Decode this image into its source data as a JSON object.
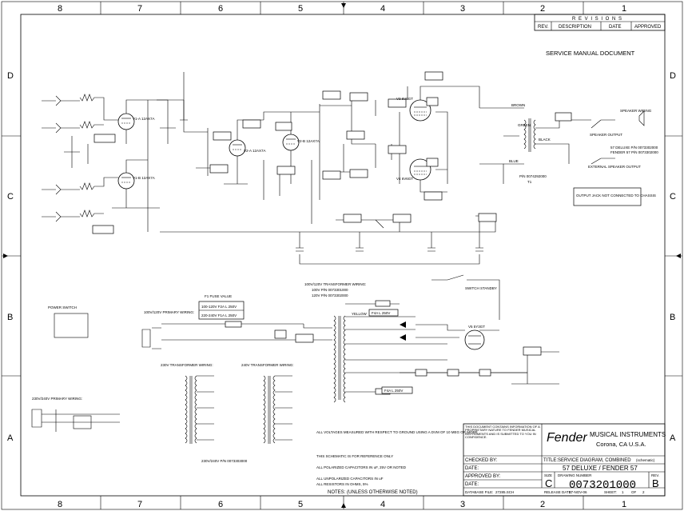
{
  "grid": {
    "columns": [
      "8",
      "7",
      "6",
      "5",
      "4",
      "3",
      "2",
      "1"
    ],
    "rows": [
      "D",
      "C",
      "B",
      "A"
    ]
  },
  "revisions": {
    "title": "R E V I S I O N S",
    "headers": [
      "REV.",
      "DESCRIPTION",
      "DATE",
      "APPROVED"
    ]
  },
  "service_label": "SERVICE MANUAL DOCUMENT",
  "tube_labels": [
    "V1-A 12AX7A",
    "V1-B 12AX7A",
    "V2-A 12AX7A",
    "V2-B 12AX7A",
    "V3 6V6GT",
    "V4 6V6GT",
    "V5 5Y3GT"
  ],
  "output_transformer": {
    "part": "P/N 0074292000",
    "ref": "T1",
    "wires": [
      "BROWN",
      "GREEN",
      "BLACK",
      "BLUE"
    ]
  },
  "speaker": {
    "wiring": "SPEAKER WIRING",
    "speaker_output": "SPEAKER OUTPUT",
    "external_output": "EXTERNAL SPEAKER OUTPUT",
    "deluxe_pn": "57 DELUXE P/N 0073302000",
    "fender_pn": "FENDER 57 P/N 0073302000"
  },
  "output_note": "OUTPUT JACK NOT CONNECTED TO CHASSIS",
  "power_switch": "POWER SWITCH",
  "fuse": {
    "title": "F1 FUSE VALUE",
    "rows": [
      "100-120V  F2A L 250V",
      "220-240V  F1A L 250V"
    ]
  },
  "primary_wiring_100": "100V/120V PRIMARY WIRING:",
  "primary_wiring_230": "230V/240V PRIMARY WIRING:",
  "transformer_wiring_100": "100V/120V TRANSFORMER WIRING:",
  "transformer_pn_100": "100V P/N 0073301000",
  "transformer_pn_120": "120V P/N 0073302000",
  "transformer_wiring_230": "230V TRANSFORMER WIRING:",
  "transformer_wiring_240": "240V TRANSFORMER WIRING:",
  "transformer_pn_230": "230V/240V P/N 0073303000",
  "fuse_f2": "F4A L 250V",
  "fuse_f3": "F4A L 250V",
  "standby_switch": "SWITCH STANDBY",
  "notes_title": "NOTES: (UNLESS OTHERWISE NOTED)",
  "notes": [
    "ALL VOLTAGES MEASURED WITH RESPECT TO GROUND USING A DVM OF 10 MEG OR MORE",
    "THIS SCHEMATIC IS FOR REFERENCE ONLY",
    "ALL POLARIZED CAPACITORS IN uF, 25V OR NOTED",
    "ALL UNPOLARIZED CAPACITORS IN uF",
    "ALL RESISTORS IN OHMS, 5%"
  ],
  "title_block": {
    "disclaimer": "THIS DOCUMENT CONTAINS INFORMATION OF A PROPRIETARY NATURE TO FENDER MUSICAL INSTRUMENTS AND IS SUBMITTED TO YOU IN CONFIDENCE.",
    "company": "MUSICAL INSTRUMENTS",
    "city": "Corona, CA  U.S.A.",
    "checked_by": "CHECKED BY:",
    "date": "DATE:",
    "title_label": "TITLE:",
    "title": "SERVICE DIAGRAM, COMBINED",
    "title_note": "(schematic)",
    "model": "57 DELUXE / FENDER 57",
    "approved_by": "APPROVED BY:",
    "date2": "DATE:",
    "size_label": "SIZE",
    "size": "C",
    "drawing_number_label": "DRAWING NUMBER",
    "drawing_number": "0073201000",
    "rev_label": "REV.",
    "rev": "B",
    "database_file": "DATABASE FILE:",
    "database_value": "27285.SCH",
    "release_date": "RELEASE DATE:",
    "release_value": "17-NOV-06",
    "sheet": "SHEET:",
    "sheet_value": "1",
    "of": "OF",
    "of_value": "2"
  },
  "colors": {
    "ink": "#000000",
    "paper": "#ffffff"
  }
}
